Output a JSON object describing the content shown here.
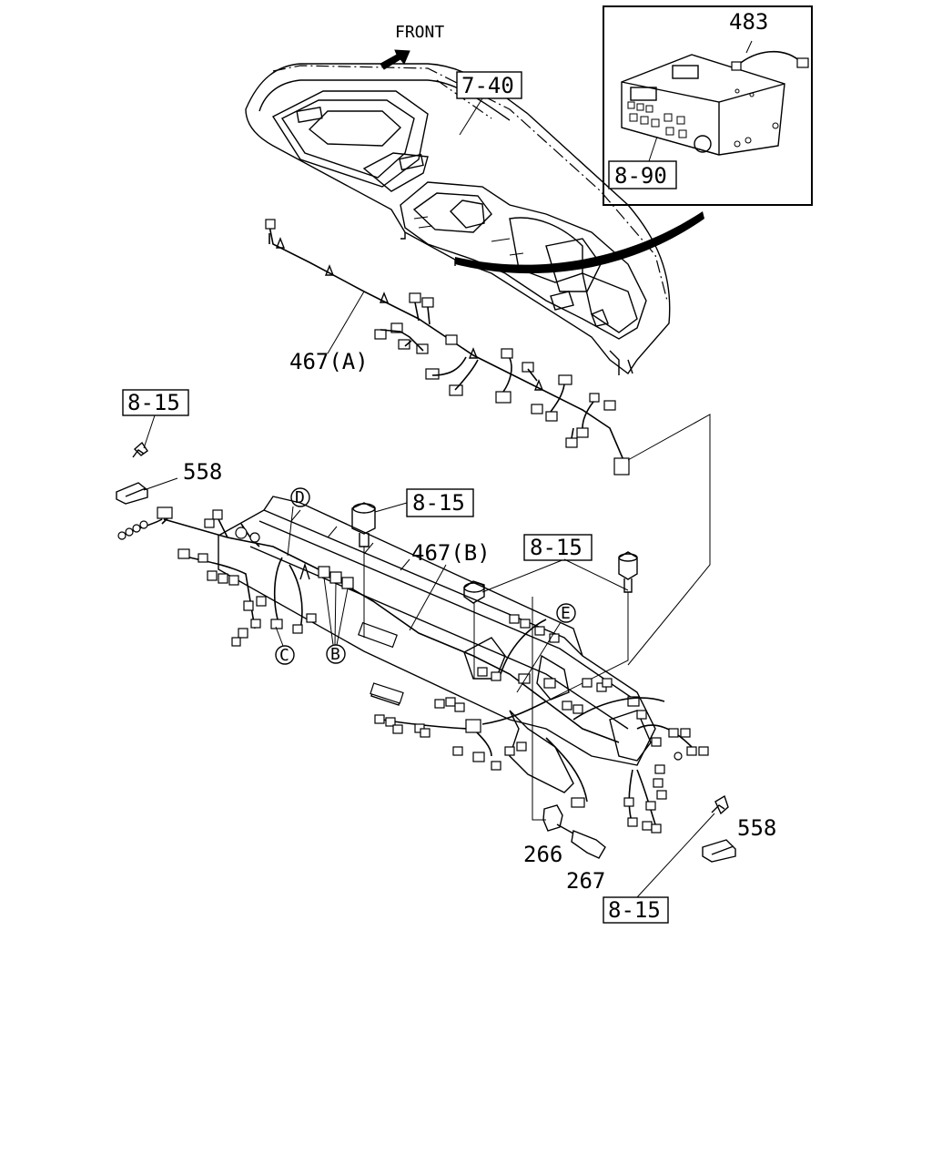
{
  "diagram": {
    "front_label": "FRONT",
    "callouts": {
      "instrument_panel_ref": "7-40",
      "radio_ref": "8-90",
      "radio_part": "483",
      "harness_a": "467(A)",
      "harness_b": "467(B)",
      "ref_8_15_left": "8-15",
      "ref_8_15_bolt": "8-15",
      "ref_8_15_nut": "8-15",
      "ref_8_15_bottom": "8-15",
      "clip_left": "558",
      "clip_right": "558",
      "part_266": "266",
      "part_267": "267"
    },
    "circle_markers": {
      "b": "B",
      "c": "C",
      "d": "D",
      "e": "E"
    }
  }
}
